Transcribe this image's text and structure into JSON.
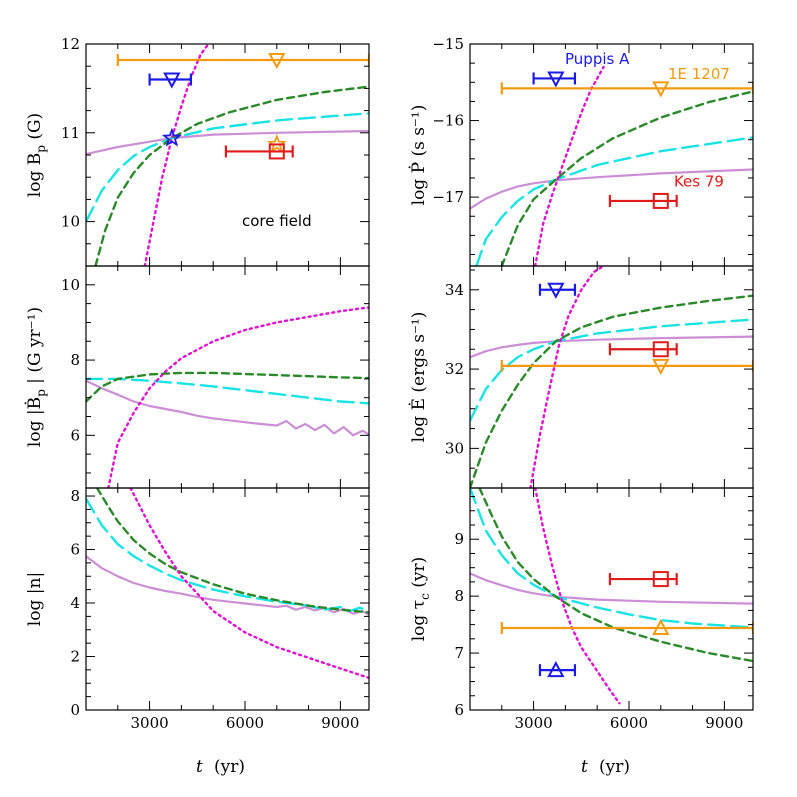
{
  "figure": {
    "xlabel_main": "t",
    "xlabel_unit": "(yr)"
  },
  "colors": {
    "orchid": "#cc8fd6",
    "cyan": "#19e3e3",
    "green": "#2a8a2a",
    "magenta": "#e010d0",
    "red": "#e11a1a",
    "orange": "#f39a10",
    "blue": "#1a1ae8"
  },
  "curve_styles": [
    {
      "key": "orchid",
      "dash": "none",
      "width": 2.2
    },
    {
      "key": "cyan",
      "dash": "16,7",
      "width": 2.4
    },
    {
      "key": "green",
      "dash": "7,5",
      "width": 2.4
    },
    {
      "key": "magenta",
      "dash": "2,4",
      "width": 2.4
    }
  ],
  "chart_data": [
    {
      "id": "Bp",
      "type": "line",
      "ylabel_main": "log B",
      "ylabel_sub": "p",
      "ylabel_unit": "(G)",
      "xlim": [
        1000,
        9900
      ],
      "ylim": [
        9.5,
        12.0
      ],
      "xticks": [
        3000,
        6000,
        9000
      ],
      "yticks": [
        10,
        11,
        12
      ],
      "annotations": [
        {
          "text": "core field",
          "color_key": "black",
          "x": 7000,
          "y": 9.95
        }
      ],
      "series": [
        {
          "color": "orchid",
          "x": [
            1000,
            2000,
            3000,
            3700,
            5000,
            7000,
            9900
          ],
          "y": [
            10.76,
            10.84,
            10.9,
            10.94,
            10.98,
            11.0,
            11.02
          ]
        },
        {
          "color": "cyan",
          "x": [
            1000,
            1500,
            2000,
            2500,
            3000,
            3700,
            5000,
            7000,
            9900
          ],
          "y": [
            10.0,
            10.35,
            10.58,
            10.74,
            10.84,
            10.94,
            11.05,
            11.14,
            11.22
          ]
        },
        {
          "color": "green",
          "x": [
            1300,
            1600,
            2000,
            2500,
            3000,
            3700,
            4500,
            5500,
            7000,
            8500,
            9900
          ],
          "y": [
            9.5,
            9.9,
            10.27,
            10.55,
            10.75,
            10.94,
            11.1,
            11.23,
            11.37,
            11.46,
            11.52
          ]
        },
        {
          "color": "magenta",
          "x": [
            2850,
            3100,
            3400,
            3700,
            4000,
            4300,
            4600,
            4850
          ],
          "y": [
            9.5,
            9.96,
            10.5,
            10.94,
            11.3,
            11.62,
            11.88,
            12.0
          ]
        }
      ],
      "markers": [
        {
          "color": "blue",
          "shape": "tri-down",
          "x": 3700,
          "y": 11.6,
          "xerr": [
            3000,
            4300
          ]
        },
        {
          "color": "blue",
          "shape": "star",
          "x": 3700,
          "y": 10.94
        },
        {
          "color": "orange",
          "shape": "tri-down",
          "x": 7000,
          "y": 11.82,
          "xerr": [
            2000,
            9900
          ]
        },
        {
          "color": "orange",
          "shape": "star",
          "x": 7000,
          "y": 10.87
        },
        {
          "color": "red",
          "shape": "square",
          "x": 7000,
          "y": 10.79,
          "xerr": [
            5400,
            7500
          ]
        }
      ]
    },
    {
      "id": "Pdot",
      "type": "line",
      "ylabel_main": "log Ṗ",
      "ylabel_sub": "",
      "ylabel_unit": "(s s⁻¹)",
      "xlim": [
        1000,
        9900
      ],
      "ylim": [
        -17.9,
        -15.0
      ],
      "xticks": [
        3000,
        6000,
        9000
      ],
      "yticks": [
        -17,
        -16,
        -15
      ],
      "annotations": [
        {
          "text": "Puppis A",
          "color_key": "blue",
          "x": 5000,
          "y": -15.26
        },
        {
          "text": "1E 1207",
          "color_key": "orange",
          "x": 8200,
          "y": -15.46
        },
        {
          "text": "Kes 79",
          "color_key": "red",
          "x": 8200,
          "y": -16.86
        }
      ],
      "series": [
        {
          "color": "orchid",
          "x": [
            1000,
            1500,
            2000,
            2500,
            3000,
            3700,
            5000,
            7000,
            9900
          ],
          "y": [
            -17.15,
            -17.02,
            -16.93,
            -16.86,
            -16.82,
            -16.78,
            -16.74,
            -16.69,
            -16.64
          ]
        },
        {
          "color": "cyan",
          "x": [
            1200,
            1500,
            2000,
            2500,
            3000,
            3700,
            5000,
            7000,
            9900
          ],
          "y": [
            -17.9,
            -17.55,
            -17.26,
            -17.05,
            -16.9,
            -16.77,
            -16.58,
            -16.4,
            -16.22
          ]
        },
        {
          "color": "green",
          "x": [
            2000,
            2500,
            3000,
            3700,
            4500,
            5500,
            7000,
            8500,
            9900
          ],
          "y": [
            -17.9,
            -17.37,
            -17.03,
            -16.77,
            -16.49,
            -16.23,
            -15.96,
            -15.76,
            -15.62
          ]
        },
        {
          "color": "magenta",
          "x": [
            3050,
            3300,
            3600,
            3900,
            4200,
            4500,
            4800,
            5200
          ],
          "y": [
            -17.9,
            -17.35,
            -16.95,
            -16.6,
            -16.25,
            -15.9,
            -15.6,
            -15.3
          ]
        }
      ],
      "markers": [
        {
          "color": "blue",
          "shape": "tri-down",
          "x": 3700,
          "y": -15.45,
          "xerr": [
            3000,
            4300
          ]
        },
        {
          "color": "orange",
          "shape": "tri-down",
          "x": 7000,
          "y": -15.58,
          "xerr": [
            2000,
            9900
          ]
        },
        {
          "color": "red",
          "shape": "square",
          "x": 7000,
          "y": -17.05,
          "xerr": [
            5400,
            7500
          ]
        }
      ]
    },
    {
      "id": "Bpdot",
      "type": "line",
      "ylabel_main": "log |Ḃ",
      "ylabel_sub": "p",
      "ylabel_unit": "| (G yr⁻¹)",
      "xlim": [
        1000,
        9900
      ],
      "ylim": [
        4.6,
        10.5
      ],
      "xticks": [
        3000,
        6000,
        9000
      ],
      "yticks": [
        6,
        8,
        10
      ],
      "annotations": [],
      "series": [
        {
          "color": "orchid",
          "x": [
            1000,
            1500,
            2000,
            2500,
            3000,
            3500,
            4000,
            4500,
            5000,
            5500,
            6000,
            6500,
            7000,
            7300,
            7600,
            7900,
            8200,
            8500,
            8800,
            9100,
            9400,
            9700,
            9900
          ],
          "y": [
            7.45,
            7.25,
            7.08,
            6.9,
            6.78,
            6.7,
            6.62,
            6.52,
            6.45,
            6.4,
            6.35,
            6.3,
            6.26,
            6.38,
            6.18,
            6.3,
            6.14,
            6.28,
            6.05,
            6.22,
            6.0,
            6.12,
            6.02
          ]
        },
        {
          "color": "cyan",
          "x": [
            1000,
            2000,
            3000,
            4000,
            5000,
            6000,
            7000,
            8000,
            9000,
            9900
          ],
          "y": [
            7.5,
            7.5,
            7.45,
            7.38,
            7.3,
            7.2,
            7.1,
            7.0,
            6.9,
            6.85
          ]
        },
        {
          "color": "green",
          "x": [
            1000,
            1500,
            2000,
            3000,
            4000,
            5000,
            6000,
            7000,
            8000,
            9000,
            9900
          ],
          "y": [
            6.9,
            7.3,
            7.5,
            7.62,
            7.66,
            7.66,
            7.63,
            7.6,
            7.57,
            7.54,
            7.52
          ]
        },
        {
          "color": "magenta",
          "x": [
            1700,
            2000,
            2500,
            3000,
            3500,
            4000,
            5000,
            6000,
            7000,
            8000,
            9000,
            9900
          ],
          "y": [
            4.6,
            5.8,
            6.6,
            7.25,
            7.7,
            8.05,
            8.5,
            8.8,
            9.0,
            9.15,
            9.3,
            9.4
          ]
        }
      ],
      "markers": []
    },
    {
      "id": "Edot",
      "type": "line",
      "ylabel_main": "log Ė",
      "ylabel_sub": "",
      "ylabel_unit": "(ergs s⁻¹)",
      "xlim": [
        1000,
        9900
      ],
      "ylim": [
        29.0,
        34.6
      ],
      "xticks": [
        3000,
        6000,
        9000
      ],
      "yticks": [
        30,
        32,
        34
      ],
      "annotations": [],
      "series": [
        {
          "color": "orchid",
          "x": [
            1000,
            1500,
            2000,
            2500,
            3000,
            3700,
            5000,
            7000,
            9900
          ],
          "y": [
            32.3,
            32.45,
            32.55,
            32.61,
            32.66,
            32.7,
            32.74,
            32.78,
            32.82
          ]
        },
        {
          "color": "cyan",
          "x": [
            1000,
            1500,
            2000,
            2500,
            3000,
            3700,
            5000,
            7000,
            9900
          ],
          "y": [
            30.7,
            31.5,
            31.98,
            32.3,
            32.5,
            32.7,
            32.9,
            33.08,
            33.25
          ]
        },
        {
          "color": "green",
          "x": [
            1000,
            1500,
            2000,
            2500,
            3000,
            3700,
            4500,
            5500,
            7000,
            8500,
            9900
          ],
          "y": [
            29.0,
            30.15,
            30.95,
            31.6,
            32.15,
            32.7,
            33.05,
            33.32,
            33.55,
            33.72,
            33.85
          ]
        },
        {
          "color": "magenta",
          "x": [
            2900,
            3200,
            3500,
            3800,
            4100,
            4500,
            4900,
            5200
          ],
          "y": [
            29.0,
            30.35,
            31.5,
            32.6,
            33.35,
            34.0,
            34.45,
            34.6
          ]
        }
      ],
      "markers": [
        {
          "color": "blue",
          "shape": "tri-down",
          "x": 3700,
          "y": 34.0,
          "xerr": [
            3200,
            4300
          ]
        },
        {
          "color": "red",
          "shape": "square",
          "x": 7000,
          "y": 32.5,
          "xerr": [
            5400,
            7500
          ]
        },
        {
          "color": "orange",
          "shape": "tri-down",
          "x": 7000,
          "y": 32.08,
          "xerr": [
            2000,
            9900
          ]
        }
      ]
    },
    {
      "id": "n",
      "type": "line",
      "ylabel_main": "log |n|",
      "ylabel_sub": "",
      "ylabel_unit": "",
      "xlim": [
        1000,
        9900
      ],
      "ylim": [
        0,
        8.3
      ],
      "xticks": [
        3000,
        6000,
        9000
      ],
      "yticks": [
        0,
        2,
        4,
        6,
        8
      ],
      "annotations": [],
      "series": [
        {
          "color": "orchid",
          "x": [
            1000,
            1500,
            2000,
            2500,
            3000,
            3500,
            4000,
            4500,
            5000,
            5500,
            6000,
            6500,
            7000,
            7300,
            7600,
            7900,
            8200,
            8500,
            8800,
            9100,
            9400,
            9700,
            9900
          ],
          "y": [
            5.75,
            5.3,
            5.0,
            4.75,
            4.58,
            4.45,
            4.35,
            4.22,
            4.12,
            4.05,
            3.98,
            3.92,
            3.85,
            3.9,
            3.75,
            3.85,
            3.72,
            3.82,
            3.65,
            3.78,
            3.6,
            3.7,
            3.55
          ]
        },
        {
          "color": "cyan",
          "x": [
            1000,
            1500,
            2000,
            2500,
            3000,
            3500,
            4000,
            5000,
            6000,
            7000,
            8000,
            8500,
            9000,
            9300,
            9600,
            9900
          ],
          "y": [
            7.9,
            6.9,
            6.2,
            5.75,
            5.4,
            5.1,
            4.85,
            4.5,
            4.25,
            4.05,
            3.9,
            3.75,
            3.85,
            3.7,
            3.82,
            3.72
          ]
        },
        {
          "color": "green",
          "x": [
            1350,
            1700,
            2000,
            2500,
            3000,
            3500,
            4000,
            5000,
            6000,
            7000,
            8000,
            9000,
            9900
          ],
          "y": [
            8.3,
            7.6,
            7.05,
            6.35,
            5.85,
            5.45,
            5.15,
            4.7,
            4.35,
            4.1,
            3.9,
            3.75,
            3.65
          ]
        },
        {
          "color": "magenta",
          "x": [
            2400,
            2700,
            3000,
            3500,
            4000,
            5000,
            6000,
            7000,
            8000,
            9000,
            9900
          ],
          "y": [
            8.3,
            7.6,
            6.9,
            5.9,
            5.0,
            3.7,
            2.9,
            2.35,
            1.95,
            1.55,
            1.2
          ]
        }
      ],
      "markers": []
    },
    {
      "id": "tauc",
      "type": "line",
      "ylabel_main": "log τ",
      "ylabel_sub": "c",
      "ylabel_unit": "(yr)",
      "xlim": [
        1000,
        9900
      ],
      "ylim": [
        6.0,
        9.9
      ],
      "xticks": [
        3000,
        6000,
        9000
      ],
      "yticks": [
        6,
        7,
        8,
        9
      ],
      "annotations": [],
      "series": [
        {
          "color": "orchid",
          "x": [
            1000,
            1500,
            2000,
            2500,
            3000,
            3700,
            5000,
            7000,
            9900
          ],
          "y": [
            8.4,
            8.28,
            8.19,
            8.11,
            8.05,
            7.99,
            7.94,
            7.9,
            7.87
          ]
        },
        {
          "color": "cyan",
          "x": [
            1000,
            1500,
            2000,
            2500,
            3000,
            3700,
            5000,
            6000,
            7000,
            8000,
            9900
          ],
          "y": [
            9.9,
            9.15,
            8.72,
            8.4,
            8.2,
            7.99,
            7.8,
            7.68,
            7.58,
            7.52,
            7.45
          ]
        },
        {
          "color": "green",
          "x": [
            1300,
            1700,
            2000,
            2500,
            3000,
            3700,
            4500,
            5500,
            7000,
            8500,
            9900
          ],
          "y": [
            9.9,
            9.4,
            9.05,
            8.6,
            8.3,
            7.99,
            7.7,
            7.45,
            7.2,
            7.0,
            6.86
          ]
        },
        {
          "color": "magenta",
          "x": [
            3050,
            3300,
            3600,
            3900,
            4200,
            4500,
            4800,
            5100,
            5400,
            5700
          ],
          "y": [
            9.9,
            9.2,
            8.5,
            7.9,
            7.45,
            7.1,
            6.85,
            6.6,
            6.35,
            6.12
          ]
        }
      ],
      "markers": [
        {
          "color": "red",
          "shape": "square",
          "x": 7000,
          "y": 8.3,
          "xerr": [
            5400,
            7500
          ]
        },
        {
          "color": "orange",
          "shape": "tri-up",
          "x": 7000,
          "y": 7.44,
          "xerr": [
            2000,
            9900
          ]
        },
        {
          "color": "blue",
          "shape": "tri-up",
          "x": 3700,
          "y": 6.7,
          "xerr": [
            3200,
            4300
          ]
        }
      ]
    }
  ]
}
